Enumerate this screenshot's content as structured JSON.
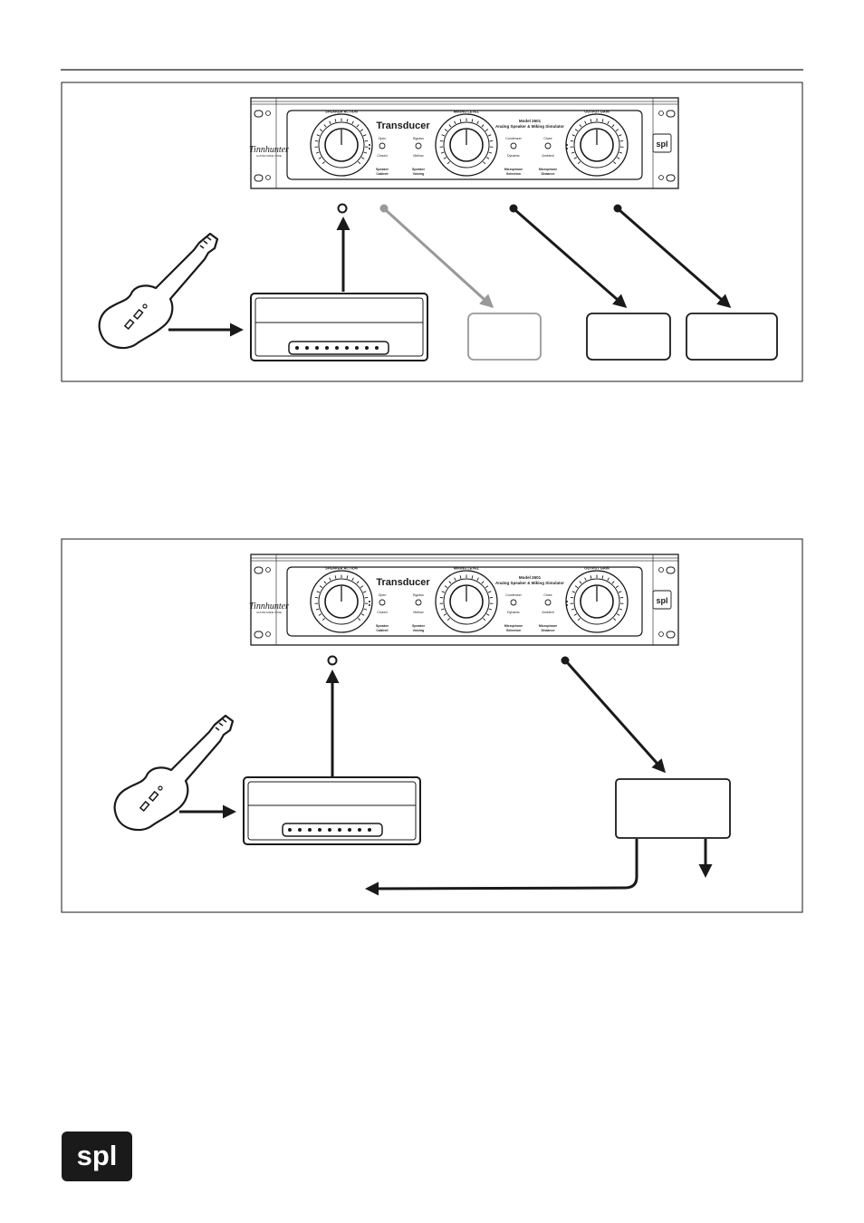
{
  "device": {
    "brand": "Transducer",
    "model_line1": "Model 2601",
    "model_line2": "Analog Speaker & Miking Simulator",
    "maker": "Tinnhunter",
    "maker_sub": "GUITAR MADE TONE",
    "badge": "spl",
    "knobs": [
      "SPEAKER ACTION",
      "MIKING LEVEL",
      "OUTPUT GAIN"
    ],
    "switches": [
      {
        "top": "Open",
        "bottom": "Closed"
      },
      {
        "top": "Bypass",
        "bottom": "Mellow"
      },
      {
        "top": "Condenser",
        "bottom": "Dynamic"
      },
      {
        "top": "Close",
        "bottom": "Ambient"
      }
    ],
    "section_labels": [
      {
        "l1": "Speaker",
        "l2": "Cabinet"
      },
      {
        "l1": "Speaker",
        "l2": "Voicing"
      },
      {
        "l1": "Microphone",
        "l2": "Selection"
      },
      {
        "l1": "Microphone",
        "l2": "Distance"
      }
    ]
  },
  "footer_logo": {
    "text": "spl",
    "bg": "#1a1a1a"
  },
  "colors": {
    "line": "#1a1a1a",
    "inactive": "#999999"
  }
}
